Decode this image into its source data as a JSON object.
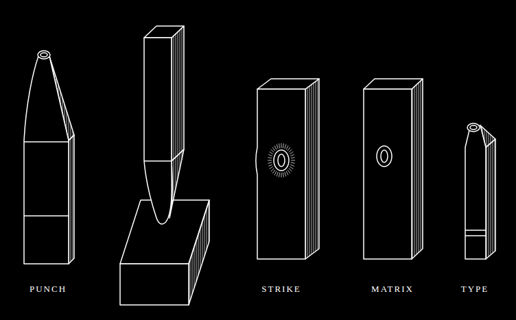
{
  "diagram": {
    "labels": [
      "PUNCH",
      "STRIKE",
      "MATRIX",
      "TYPE"
    ]
  }
}
